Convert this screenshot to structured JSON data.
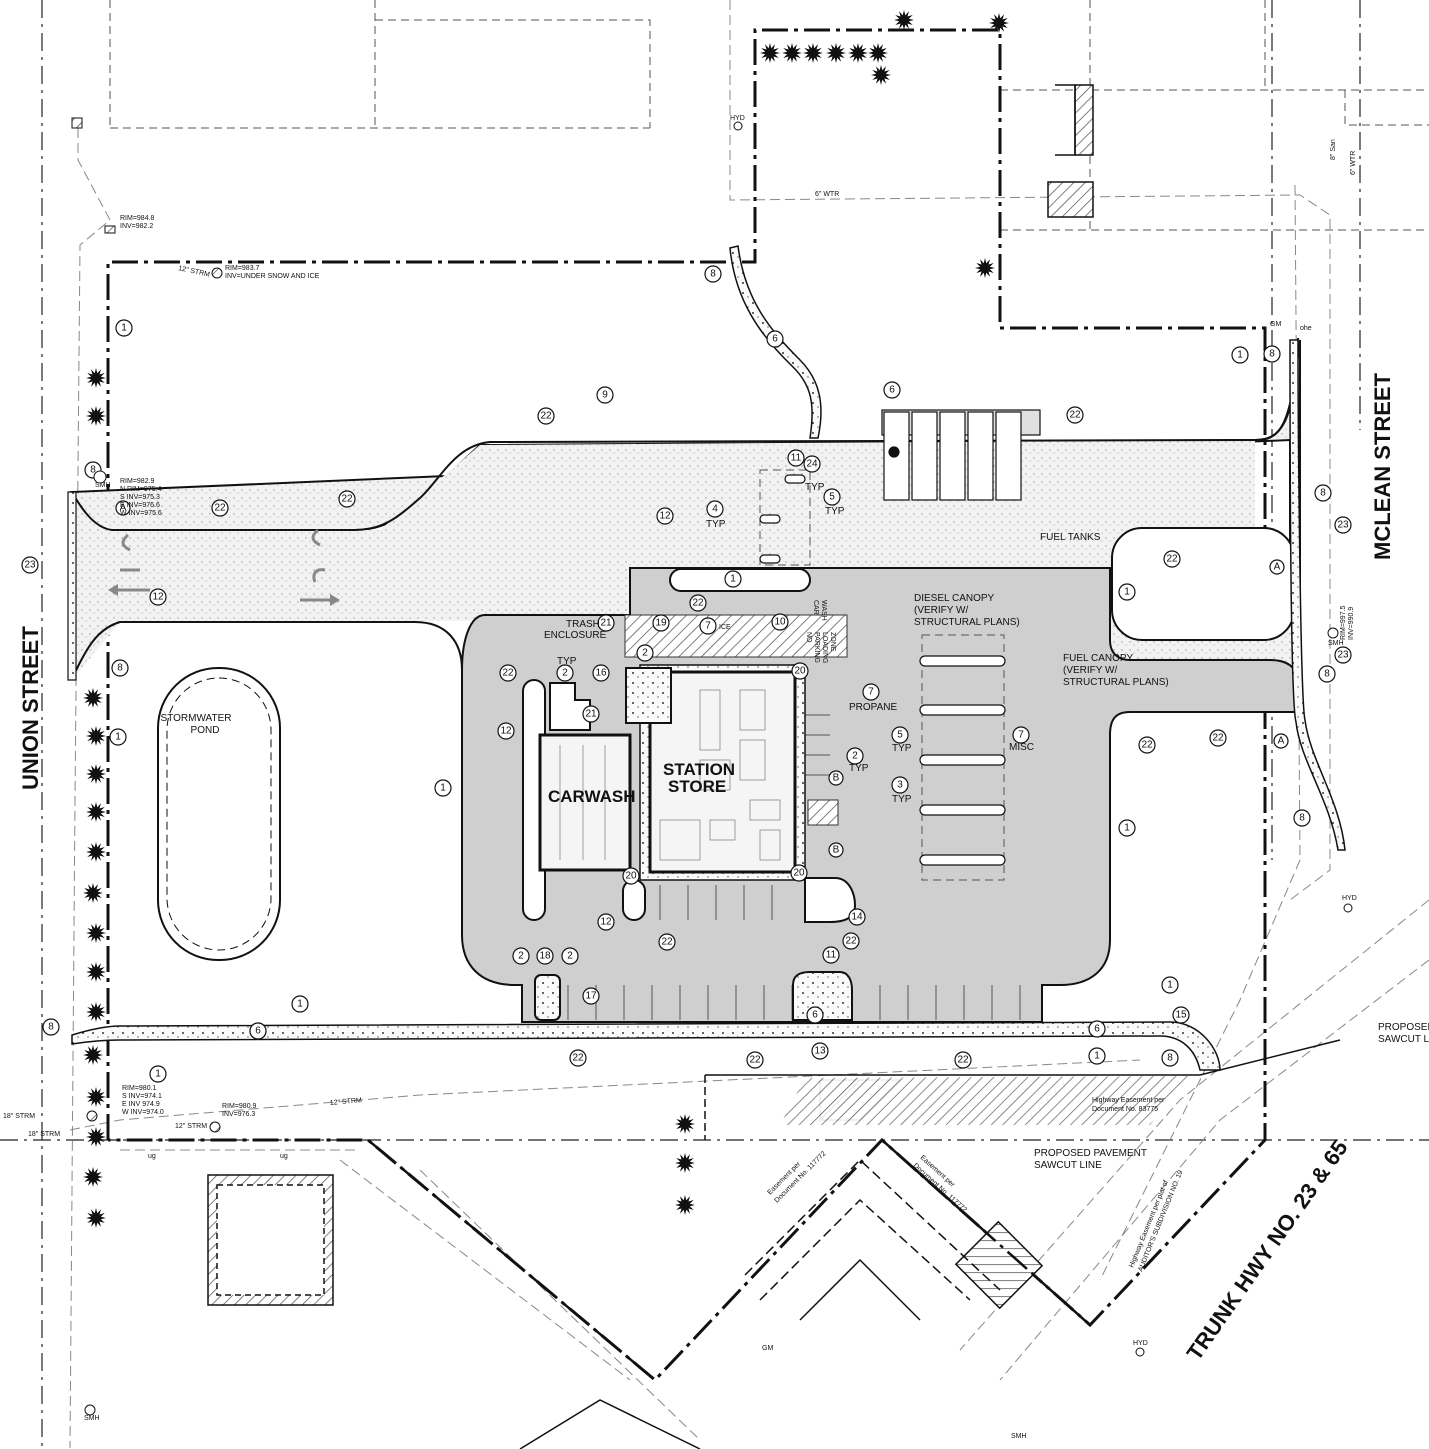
{
  "streets": {
    "union": "UNION STREET",
    "mclean": "MCLEAN STREET",
    "highway": "TRUNK HWY NO. 23 & 65"
  },
  "buildings": {
    "carwash": "CARWASH",
    "station_line1": "STATION",
    "station_line2": "STORE"
  },
  "pond": {
    "line1": "STORMWATER",
    "line2": "POND"
  },
  "callouts": {
    "fuel_tanks": "FUEL TANKS",
    "diesel_canopy": [
      "DIESEL CANOPY",
      "(VERIFY W/",
      "STRUCTURAL PLANS)"
    ],
    "fuel_canopy": [
      "FUEL CANOPY",
      "(VERIFY W/",
      "STRUCTURAL PLANS)"
    ],
    "trash": [
      "TRASH",
      "ENCLOSURE"
    ],
    "ice": "ICE",
    "propane": "PROPANE",
    "misc": "MISC",
    "typ": "TYP",
    "car_wash_sign": [
      "CAR",
      "WASH"
    ],
    "no_parking": [
      "NO",
      "PARKING",
      "LOADING",
      "ZONE"
    ],
    "sawcut_main": [
      "PROPOSED PAVEMENT",
      "SAWCUT LINE"
    ],
    "sawcut_right": [
      "PROPOSED",
      "SAWCUT L"
    ],
    "hwy_easement": [
      "Highway Easement per",
      "Document No. 83775"
    ],
    "hwy_easement_plat": [
      "Highway Easement per plat of",
      "AUDITOR'S SUBDIVISION NO. 19"
    ],
    "easement_a": [
      "Easement per",
      "Document No. 117772"
    ],
    "easement_b": [
      "Easement per",
      "Document No. 117772"
    ]
  },
  "utilities": {
    "mh_top": [
      "RIM=984.8",
      "INV=982.2"
    ],
    "mh_snow": [
      "RIM=983.7",
      "INV=UNDER SNOW AND ICE"
    ],
    "smh_left": [
      "RIM=982.9",
      "N RIM=975.4",
      "S INV=975.3",
      "E INV=976.6",
      "W INV=975.6"
    ],
    "mh_bottom": [
      "RIM=980.1",
      "S INV=974.1",
      "E INV 974.9",
      "W INV=974.0"
    ],
    "mh_bottom2": [
      "RIM=980.9",
      "INV=976.3"
    ],
    "smh_right": [
      "RIM=997.5",
      "INV=990.9"
    ],
    "storm_12": "12\" STRM",
    "storm_18": "18\" STRM",
    "wtr_6": "6\" WTR",
    "san_8": "8\" San",
    "hyd": "HYD",
    "smh": "SMH",
    "gm": "GM",
    "ug": "ug",
    "ohe": "ohe"
  },
  "keynotes": [
    "1",
    "2",
    "3",
    "4",
    "5",
    "6",
    "7",
    "8",
    "9",
    "10",
    "11",
    "12",
    "13",
    "14",
    "15",
    "16",
    "17",
    "18",
    "19",
    "20",
    "21",
    "22",
    "23",
    "24"
  ],
  "detail_marks": [
    "A",
    "B"
  ]
}
